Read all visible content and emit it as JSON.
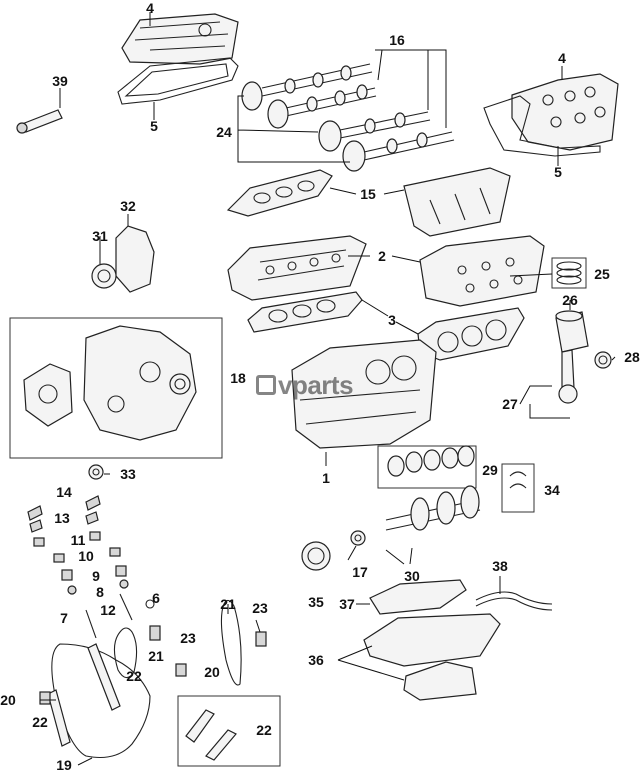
{
  "watermark": "vparts",
  "callouts": [
    {
      "name": "callout-4-top",
      "label": "4"
    },
    {
      "name": "callout-4-right",
      "label": "4"
    },
    {
      "name": "callout-5-left",
      "label": "5"
    },
    {
      "name": "callout-5-right",
      "label": "5"
    },
    {
      "name": "callout-16",
      "label": "16"
    },
    {
      "name": "callout-39",
      "label": "39"
    },
    {
      "name": "callout-24",
      "label": "24"
    },
    {
      "name": "callout-15",
      "label": "15"
    },
    {
      "name": "callout-32",
      "label": "32"
    },
    {
      "name": "callout-31",
      "label": "31"
    },
    {
      "name": "callout-2",
      "label": "2"
    },
    {
      "name": "callout-25",
      "label": "25"
    },
    {
      "name": "callout-26",
      "label": "26"
    },
    {
      "name": "callout-3",
      "label": "3"
    },
    {
      "name": "callout-28",
      "label": "28"
    },
    {
      "name": "callout-18",
      "label": "18"
    },
    {
      "name": "callout-27",
      "label": "27"
    },
    {
      "name": "callout-33",
      "label": "33"
    },
    {
      "name": "callout-1",
      "label": "1"
    },
    {
      "name": "callout-29",
      "label": "29"
    },
    {
      "name": "callout-34",
      "label": "34"
    },
    {
      "name": "callout-14",
      "label": "14"
    },
    {
      "name": "callout-13",
      "label": "13"
    },
    {
      "name": "callout-11",
      "label": "11"
    },
    {
      "name": "callout-10",
      "label": "10"
    },
    {
      "name": "callout-9",
      "label": "9"
    },
    {
      "name": "callout-8",
      "label": "8"
    },
    {
      "name": "callout-12",
      "label": "12"
    },
    {
      "name": "callout-6",
      "label": "6"
    },
    {
      "name": "callout-7",
      "label": "7"
    },
    {
      "name": "callout-17",
      "label": "17"
    },
    {
      "name": "callout-35",
      "label": "35"
    },
    {
      "name": "callout-30",
      "label": "30"
    },
    {
      "name": "callout-38",
      "label": "38"
    },
    {
      "name": "callout-37",
      "label": "37"
    },
    {
      "name": "callout-21-top",
      "label": "21"
    },
    {
      "name": "callout-23-top",
      "label": "23"
    },
    {
      "name": "callout-23-mid",
      "label": "23"
    },
    {
      "name": "callout-21-mid",
      "label": "21"
    },
    {
      "name": "callout-22-top",
      "label": "22"
    },
    {
      "name": "callout-20-mid",
      "label": "20"
    },
    {
      "name": "callout-20-left",
      "label": "20"
    },
    {
      "name": "callout-22-left",
      "label": "22"
    },
    {
      "name": "callout-22-box",
      "label": "22"
    },
    {
      "name": "callout-19",
      "label": "19"
    },
    {
      "name": "callout-36",
      "label": "36"
    }
  ]
}
